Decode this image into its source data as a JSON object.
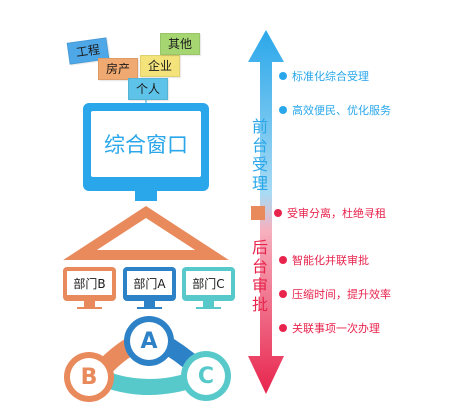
{
  "categories": [
    {
      "label": "工程",
      "color": "#4ea8e8"
    },
    {
      "label": "房产",
      "color": "#f0a970"
    },
    {
      "label": "企业",
      "color": "#f3e37a"
    },
    {
      "label": "其他",
      "color": "#a6d671"
    },
    {
      "label": "个人",
      "color": "#5ec3e8"
    }
  ],
  "monitor": {
    "label": "综合窗口",
    "color": "#2aa7ea"
  },
  "departments": [
    {
      "label": "部门B",
      "color": "#e98a5c"
    },
    {
      "label": "部门A",
      "color": "#2d82c7"
    },
    {
      "label": "部门C",
      "color": "#58c9cb"
    }
  ],
  "circles": [
    {
      "label": "A",
      "color": "#2d82c7"
    },
    {
      "label": "B",
      "color": "#e98a5c"
    },
    {
      "label": "C",
      "color": "#58c9cb"
    }
  ],
  "front": {
    "label": "前台受理",
    "color": "#2aa7ea",
    "items": [
      "标准化综合受理",
      "高效便民、优化服务"
    ]
  },
  "middle": {
    "item": "受审分离，杜绝寻租",
    "color": "#e98a5c"
  },
  "back": {
    "label": "后台审批",
    "color": "#e8244d",
    "items": [
      "智能化并联审批",
      "压缩时间，提升效率",
      "关联事项一次办理"
    ]
  },
  "colors": {
    "accent_blue": "#2aa7ea",
    "accent_orange": "#e98a5c",
    "accent_red": "#e8244d"
  }
}
